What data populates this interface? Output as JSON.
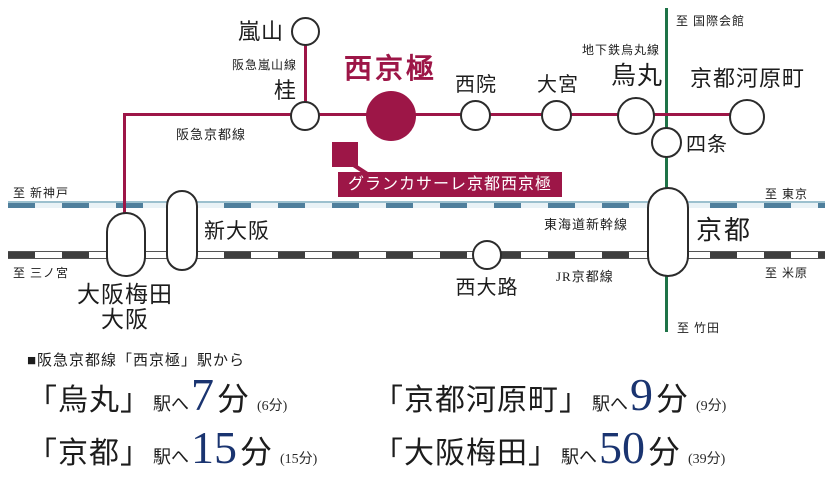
{
  "map": {
    "lines": {
      "hankyu_kyoto": "阪急京都線",
      "hankyu_arashiyama": "阪急嵐山線",
      "karasuma_subway": "地下鉄烏丸線",
      "tokaido_shinkansen": "東海道新幹線",
      "jr_kyoto": "JR京都線"
    },
    "stations": {
      "arashiyama": "嵐山",
      "katsura": "桂",
      "nishikyogoku": "西京極",
      "saiin": "西院",
      "omiya": "大宮",
      "karasuma": "烏丸",
      "shijo": "四条",
      "kyoto_kawaramachi": "京都河原町",
      "shin_osaka": "新大阪",
      "osaka_umeda": "大阪梅田",
      "osaka": "大阪",
      "nishioji": "西大路",
      "kyoto": "京都"
    },
    "directions": {
      "kokusaikaikan": "至 国際会館",
      "shin_kobe": "至 新神戸",
      "tokyo": "至 東京",
      "sannomiya": "至 三ノ宮",
      "maibara": "至 米原",
      "takeda": "至 竹田"
    },
    "property_label": "グランカサーレ京都西京極"
  },
  "access": {
    "heading": "■阪急京都線「西京極」駅から",
    "items": [
      {
        "station": "「烏丸」",
        "to": "駅へ",
        "min": "7",
        "unit": "分",
        "note": "(6分)"
      },
      {
        "station": "「京都河原町」",
        "to": "駅へ",
        "min": "9",
        "unit": "分",
        "note": "(9分)"
      },
      {
        "station": "「京都」",
        "to": "駅へ",
        "min": "15",
        "unit": "分",
        "note": "(15分)"
      },
      {
        "station": "「大阪梅田」",
        "to": "駅へ",
        "min": "50",
        "unit": "分",
        "note": "(39分)"
      }
    ]
  },
  "colors": {
    "brand_red": "#9d1647",
    "subway_green": "#1e7347",
    "time_navy": "#1a3470",
    "shinkansen_blue": "#4f7f9c",
    "jr_dark": "#3e3e3e"
  }
}
